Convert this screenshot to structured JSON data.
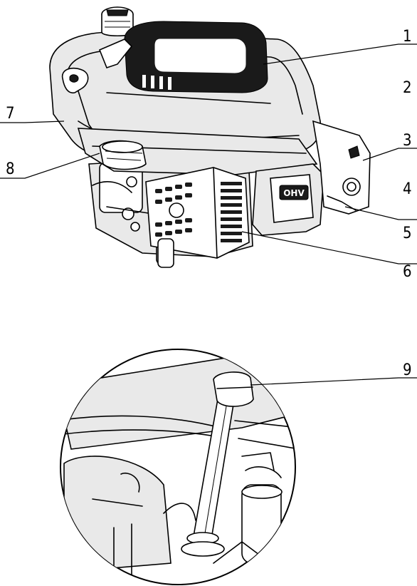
{
  "callouts": [
    {
      "id": "1",
      "label": "1"
    },
    {
      "id": "2",
      "label": "2"
    },
    {
      "id": "3",
      "label": "3"
    },
    {
      "id": "4",
      "label": "4"
    },
    {
      "id": "5",
      "label": "5"
    },
    {
      "id": "6",
      "label": "6"
    },
    {
      "id": "7",
      "label": "7"
    },
    {
      "id": "8",
      "label": "8"
    },
    {
      "id": "9",
      "label": "9"
    }
  ],
  "muffler_logo": "OHV"
}
